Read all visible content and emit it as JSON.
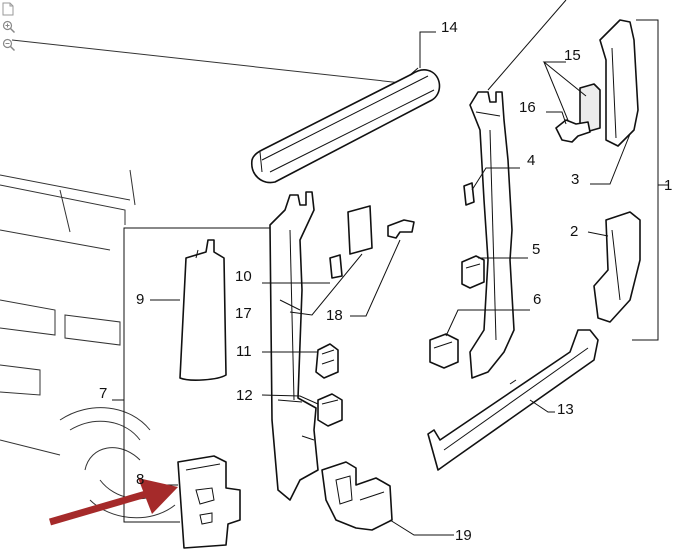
{
  "toolbar": {
    "icons": [
      "document-icon",
      "zoom-in-icon",
      "zoom-out-icon"
    ]
  },
  "diagram": {
    "callouts": [
      {
        "id": "c1",
        "label": "1"
      },
      {
        "id": "c2",
        "label": "2"
      },
      {
        "id": "c3",
        "label": "3"
      },
      {
        "id": "c4",
        "label": "4"
      },
      {
        "id": "c5",
        "label": "5"
      },
      {
        "id": "c6",
        "label": "6"
      },
      {
        "id": "c7",
        "label": "7"
      },
      {
        "id": "c8",
        "label": "8"
      },
      {
        "id": "c9",
        "label": "9"
      },
      {
        "id": "c10",
        "label": "10"
      },
      {
        "id": "c11",
        "label": "11"
      },
      {
        "id": "c12",
        "label": "12"
      },
      {
        "id": "c13",
        "label": "13"
      },
      {
        "id": "c14",
        "label": "14"
      },
      {
        "id": "c15",
        "label": "15"
      },
      {
        "id": "c16",
        "label": "16"
      },
      {
        "id": "c17",
        "label": "17"
      },
      {
        "id": "c18",
        "label": "18"
      },
      {
        "id": "c19",
        "label": "19"
      }
    ],
    "arrow_color": "#a52a2a",
    "line_color": "#111111"
  }
}
